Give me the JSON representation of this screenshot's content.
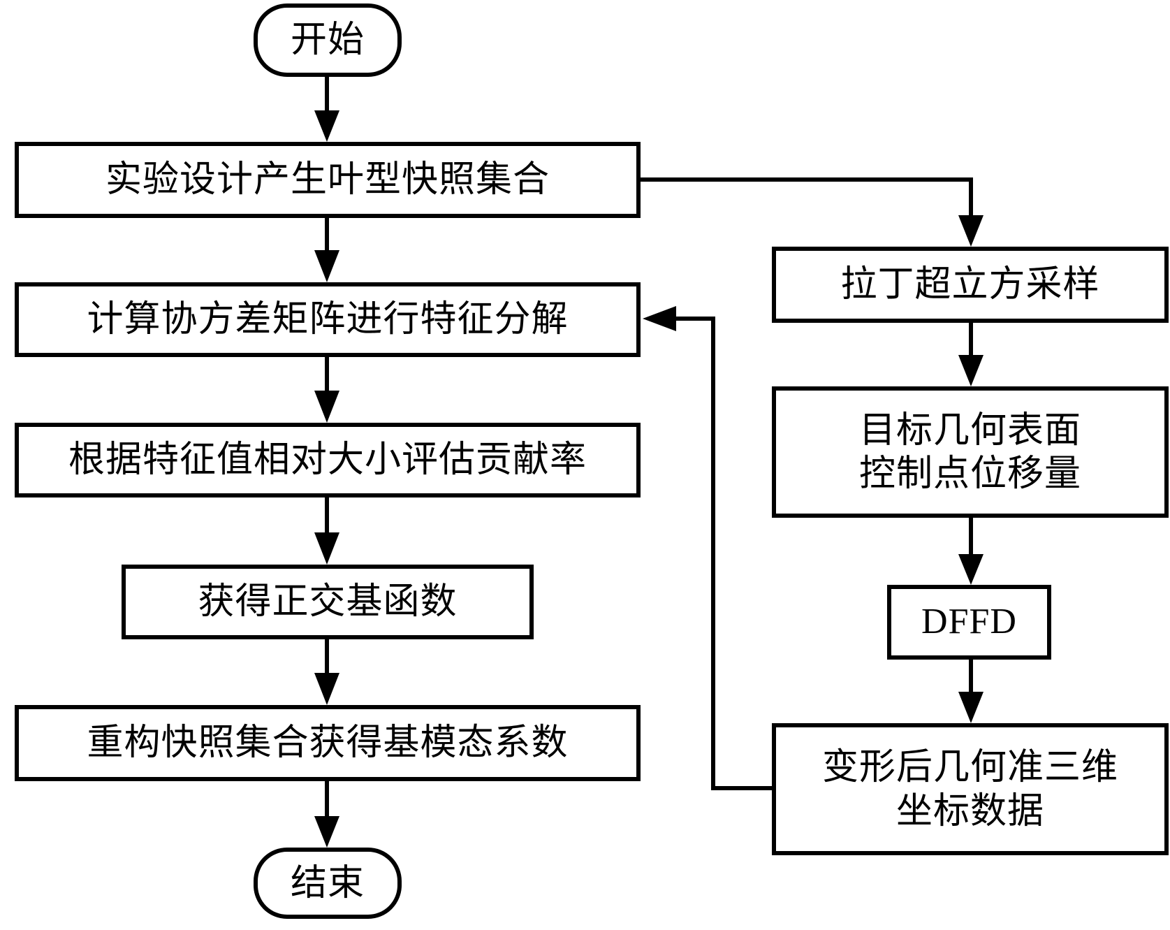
{
  "diagram": {
    "type": "flowchart",
    "colors": {
      "stroke": "#000000",
      "background": "#ffffff"
    },
    "start": {
      "label": "开始"
    },
    "end": {
      "label": "结束"
    },
    "left_steps": [
      {
        "label": "实验设计产生叶型快照集合"
      },
      {
        "label": "计算协方差矩阵进行特征分解"
      },
      {
        "label": "根据特征值相对大小评估贡献率"
      },
      {
        "label": "获得正交基函数"
      },
      {
        "label": "重构快照集合获得基模态系数"
      }
    ],
    "right_steps": [
      {
        "lines": [
          "拉丁超立方采样"
        ]
      },
      {
        "lines": [
          "目标几何表面",
          "控制点位移量"
        ]
      },
      {
        "lines": [
          "DFFD"
        ]
      },
      {
        "lines": [
          "变形后几何准三维",
          "坐标数据"
        ]
      }
    ],
    "edges": [
      {
        "from": "开始",
        "to": "实验设计产生叶型快照集合"
      },
      {
        "from": "实验设计产生叶型快照集合",
        "to": "计算协方差矩阵进行特征分解"
      },
      {
        "from": "实验设计产生叶型快照集合",
        "to": "拉丁超立方采样"
      },
      {
        "from": "拉丁超立方采样",
        "to": "目标几何表面控制点位移量"
      },
      {
        "from": "目标几何表面控制点位移量",
        "to": "DFFD"
      },
      {
        "from": "DFFD",
        "to": "变形后几何准三维坐标数据"
      },
      {
        "from": "变形后几何准三维坐标数据",
        "to": "计算协方差矩阵进行特征分解"
      },
      {
        "from": "计算协方差矩阵进行特征分解",
        "to": "根据特征值相对大小评估贡献率"
      },
      {
        "from": "根据特征值相对大小评估贡献率",
        "to": "获得正交基函数"
      },
      {
        "from": "获得正交基函数",
        "to": "重构快照集合获得基模态系数"
      },
      {
        "from": "重构快照集合获得基模态系数",
        "to": "结束"
      }
    ]
  }
}
